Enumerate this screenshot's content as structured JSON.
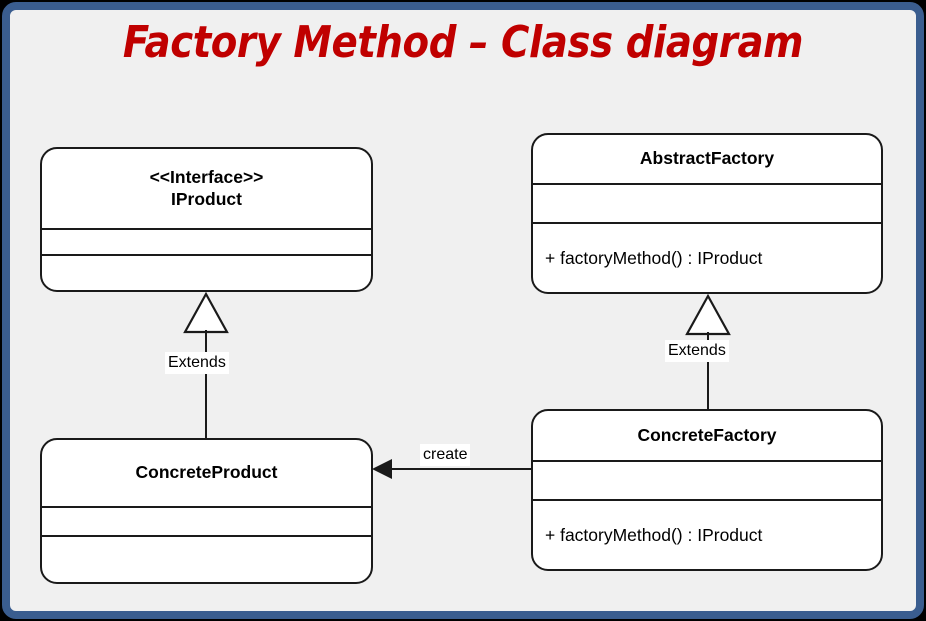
{
  "slide": {
    "title": "Factory Method – Class diagram",
    "border_color": "#3a5d8f",
    "background_color": "#f0f0f0",
    "title_color": "#c00000"
  },
  "classes": {
    "iproduct": {
      "stereotype": "<<Interface>>",
      "name": "IProduct",
      "attributes": [],
      "operations": []
    },
    "abstract_factory": {
      "stereotype": "",
      "name": "AbstractFactory",
      "attributes": [],
      "operations": [
        "+ factoryMethod() : IProduct"
      ]
    },
    "concrete_product": {
      "stereotype": "",
      "name": "ConcreteProduct",
      "attributes": [],
      "operations": []
    },
    "concrete_factory": {
      "stereotype": "",
      "name": "ConcreteFactory",
      "attributes": [],
      "operations": [
        "+ factoryMethod() : IProduct"
      ]
    }
  },
  "relations": {
    "product_extends": {
      "label": "Extends",
      "type": "generalization",
      "from": "ConcreteProduct",
      "to": "IProduct"
    },
    "factory_extends": {
      "label": "Extends",
      "type": "generalization",
      "from": "ConcreteFactory",
      "to": "AbstractFactory"
    },
    "create": {
      "label": "create",
      "type": "dependency",
      "from": "ConcreteFactory",
      "to": "ConcreteProduct"
    }
  }
}
